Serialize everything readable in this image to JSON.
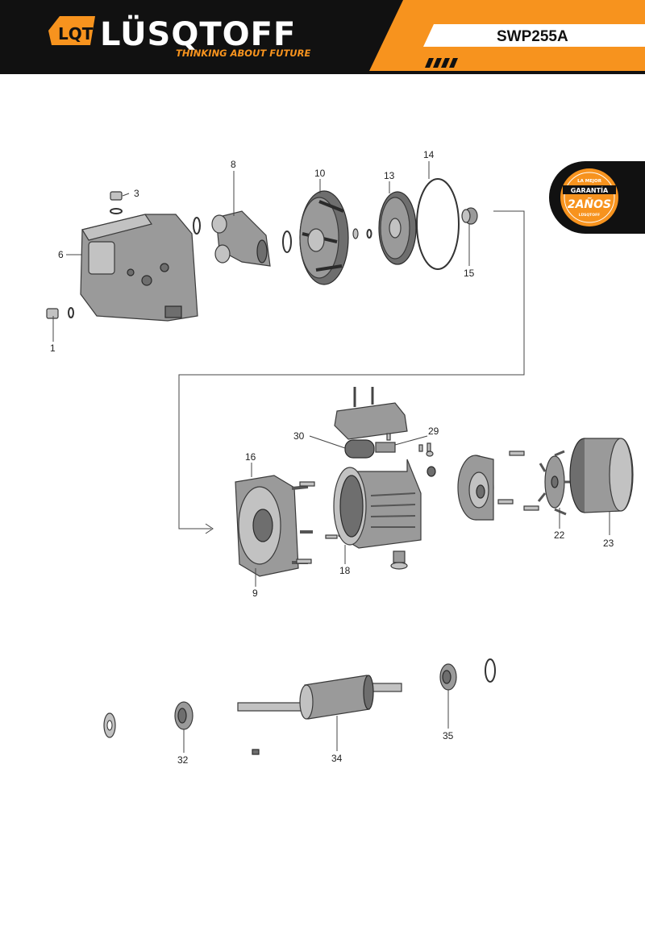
{
  "header": {
    "logo_mark": "LQT",
    "brand": "LÜSQTOFF",
    "tagline": "THINKING ABOUT FUTURE",
    "model": "SWP255A",
    "colors": {
      "dark": "#111111",
      "accent": "#f7931e",
      "white": "#ffffff"
    }
  },
  "warranty_badge": {
    "line1": "LA MEJOR",
    "line2": "GARANTÍA",
    "line3": "2AÑOS",
    "line4": "LÜSQTOFF"
  },
  "labels": {
    "p1": "1",
    "p3": "3",
    "p6": "6",
    "p8": "8",
    "p10": "10",
    "p13": "13",
    "p14": "14",
    "p15": "15",
    "p16": "16",
    "p9": "9",
    "p18": "18",
    "p30": "30",
    "p29": "29",
    "p22": "22",
    "p23": "23",
    "p32": "32",
    "p34": "34",
    "p35": "35"
  }
}
